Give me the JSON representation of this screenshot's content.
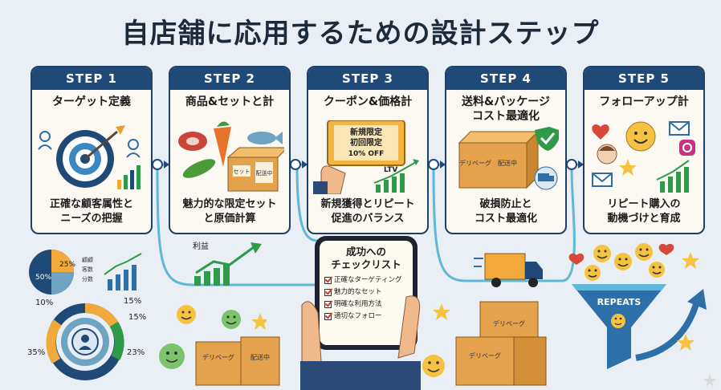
{
  "page": {
    "title": "自店舗に応用するための設計ステップ"
  },
  "steps": [
    {
      "label": "STEP 1",
      "name": "ターゲット定義",
      "desc_line1": "正確な顧客属性と",
      "desc_line2": "ニーズの把握"
    },
    {
      "label": "STEP 2",
      "name": "商品&セットと計",
      "desc_line1": "魅力的な限定セット",
      "desc_line2": "と原価計算"
    },
    {
      "label": "STEP 3",
      "name": "クーポン&価格計",
      "desc_line1": "新規獲得とリピート",
      "desc_line2": "促進のバランス"
    },
    {
      "label": "STEP 4",
      "name_line1": "送料&パッケージ",
      "name_line2": "コスト最適化",
      "desc_line1": "破損防止と",
      "desc_line2": "コスト最適化"
    },
    {
      "label": "STEP 5",
      "name": "フォローアップ計",
      "desc_line1": "リピート購入の",
      "desc_line2": "動機づけと育成"
    }
  ],
  "step1_art": {
    "pie_value": "25%",
    "pie_rest": "50%",
    "legend": [
      "顧顧",
      "客数",
      "分数"
    ]
  },
  "step2_art": {
    "box_label_1": "セット",
    "box_label_2": "配送中",
    "profit_label": "利益"
  },
  "step3_art": {
    "coupon_line1": "新規限定",
    "coupon_line2": "初回限定",
    "coupon_line3": "10% OFF",
    "chart_label": "LTV"
  },
  "step4_art": {
    "box_label_1": "デリベーグ",
    "box_label_2": "配送中"
  },
  "donut": {
    "labels": [
      "10%",
      "15%",
      "15%",
      "35%",
      "23%"
    ]
  },
  "checklist": {
    "title_line1": "成功への",
    "title_line2": "チェックリスト",
    "items": [
      "正確なターゲティング",
      "魅力的なセット",
      "明確な利用方法",
      "適切なフォロー"
    ]
  },
  "boxes": {
    "left_1": "デリベーグ",
    "left_2": "配送中",
    "right_1": "デリベーグ",
    "right_2": "デリベーグ"
  },
  "funnel": {
    "label": "REPEATS"
  },
  "colors": {
    "accent_navy": "#1f4a78",
    "orange": "#f2a93b",
    "green": "#2e9a4a",
    "flow_line": "#5fb8d8"
  }
}
